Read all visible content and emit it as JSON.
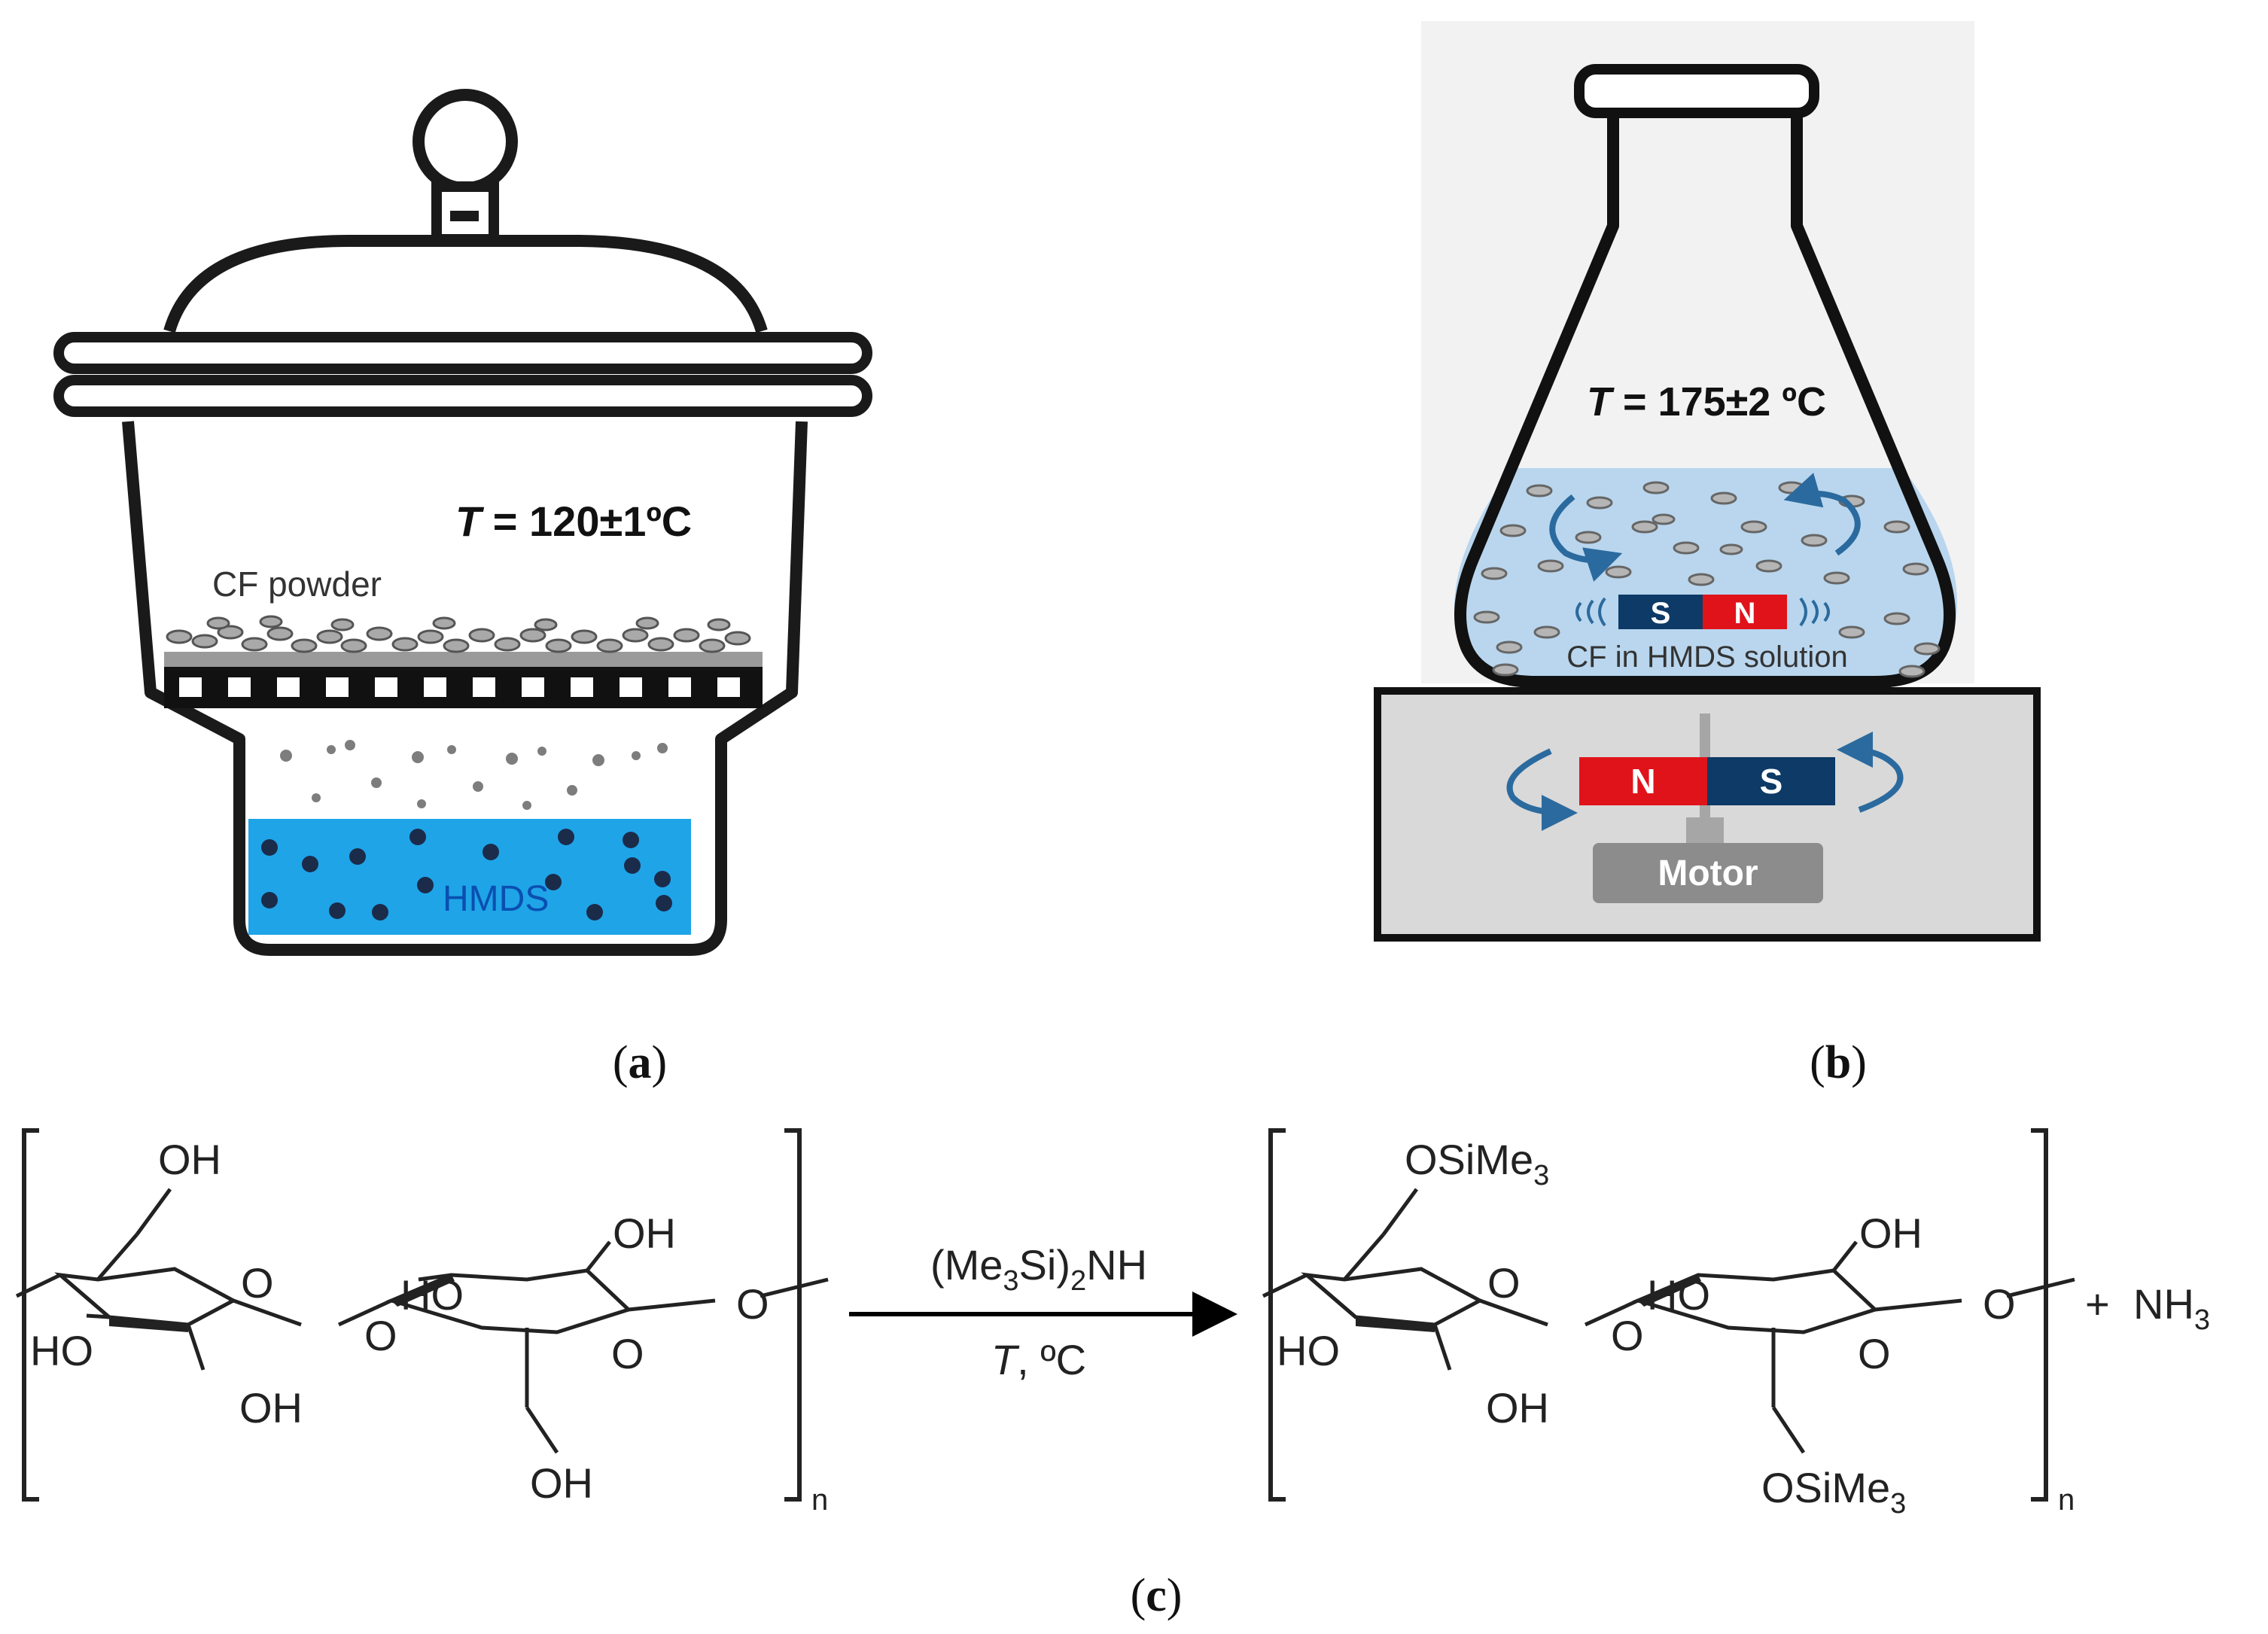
{
  "panel_a": {
    "caption": "a",
    "temperature_var": "T",
    "temperature_value": " = 120±1ºC",
    "cf_label": "CF powder",
    "liquid_label": "HMDS",
    "colors": {
      "liquid": "#1fa4e8",
      "particles": "#1b2b4a"
    }
  },
  "panel_b": {
    "caption": "b",
    "temperature_var": "T",
    "temperature_value": " = 175±2 ºC",
    "solution_label": "CF in HMDS solution",
    "stir_bar": {
      "s": "S",
      "n": "N"
    },
    "base_magnet": {
      "n": "N",
      "s": "S"
    },
    "motor_label": "Motor",
    "colors": {
      "north": "#e0131b",
      "south": "#0d3a66",
      "solution": "#b9d6ee",
      "arrows": "#2b6a9e",
      "stand": "#d9d9d9",
      "motor": "#8c8c8c"
    }
  },
  "panel_c": {
    "caption": "c",
    "reagent_pre": "(Me",
    "reagent_sub1": "3",
    "reagent_mid": "Si)",
    "reagent_sub2": "2",
    "reagent_post": "NH",
    "condition_var": "T",
    "condition_post": ", ºC",
    "reactant": {
      "oh_top": "OH",
      "oh_r2": "OH",
      "o_ring1": "O",
      "ho_left": "HO",
      "oh_bottom1": "OH",
      "o_link": "O",
      "ho_ring2": "HO",
      "o_ring2": "O",
      "o_end": "O",
      "oh_bottom2": "OH",
      "repeat": "n"
    },
    "product": {
      "osime3_top": "OSiMe",
      "osime3_top_sub": "3",
      "oh_r2": "OH",
      "o_ring1": "O",
      "ho_left": "HO",
      "oh_bottom1": "OH",
      "o_link": "O",
      "ho_ring2": "HO",
      "o_ring2": "O",
      "o_end": "O",
      "osime3_bottom": "OSiMe",
      "osime3_bottom_sub": "3",
      "repeat": "n"
    },
    "plus": "+",
    "byproduct": "NH",
    "byproduct_sub": "3"
  }
}
